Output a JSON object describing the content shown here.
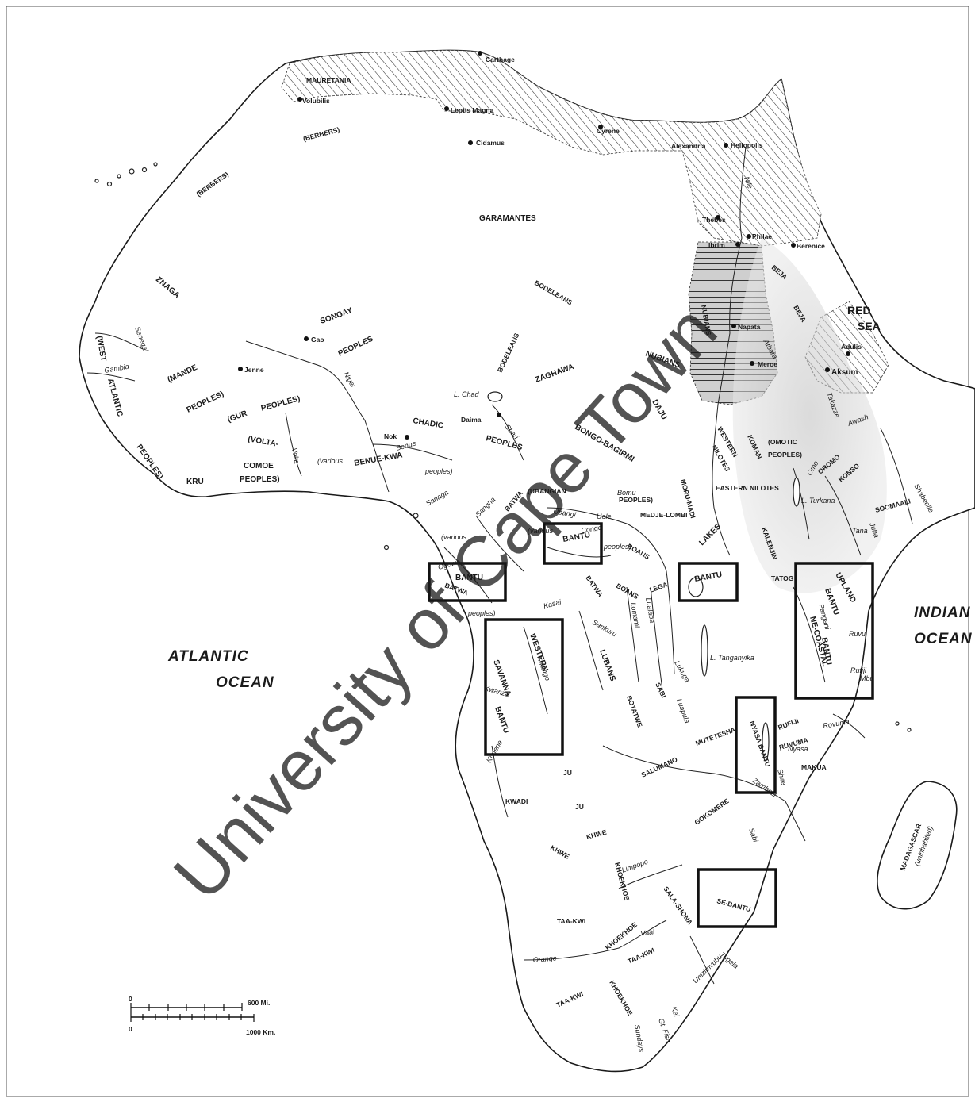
{
  "oceans": {
    "atlantic": [
      "ATLANTIC",
      "OCEAN"
    ],
    "indian": [
      "INDIAN",
      "OCEAN"
    ],
    "red_sea": [
      "RED",
      "SEA"
    ]
  },
  "places": [
    "Carthage",
    "Volubilis",
    "Leptis Magna",
    "Cyrene",
    "Alexandria",
    "Heliopolis",
    "Cidamus",
    "Thebes",
    "Philae",
    "Ibrim",
    "Berenice",
    "Napata",
    "Meroe",
    "Aksum",
    "Adulis",
    "Gao",
    "Jenne",
    "Nok",
    "Daima"
  ],
  "peoples": [
    "MAURETANIA",
    "(BERBERS)",
    "(BERBERS)",
    "GARAMANTES",
    "ZNAGA",
    "SONGAY",
    "PEOPLES",
    "(MANDE",
    "PEOPLES)",
    "(GUR",
    "PEOPLES)",
    "(VOLTA-",
    "COMOE",
    "PEOPLES)",
    "KRU",
    "(WEST",
    "ATLANTIC",
    "PEOPLES)",
    "BENUE-KWA",
    "(various",
    "peoples)",
    "CHADIC",
    "PEOPLES",
    "BODELEANS",
    "BODELEANS",
    "ZAGHAWA",
    "NUBIANS",
    "DAJU",
    "BONGO-BAGIRMI",
    "BEJA",
    "BEJA",
    "NUBIANS",
    "WESTERN",
    "NILOTES",
    "KOMAN",
    "(OMOTIC",
    "PEOPLES)",
    "EASTERN NILOTES",
    "(UBANGIAN",
    "PEOPLES)",
    "MORU-MADI",
    "MEDJE-LOMBI",
    "BATWA",
    "BATWA",
    "BATWA",
    "LAKES",
    "BANTU",
    "BANTU",
    "BANTU",
    "UPLAND",
    "BANTU",
    "NE-COASTAL",
    "BANTU",
    "WESTERN",
    "SAVANNA",
    "BANTU",
    "LUBANS",
    "LEGA",
    "BOANS",
    "BOANS",
    "SABI",
    "BOTATWE",
    "SALUMANO",
    "MUTETESHA",
    "NYASA BANTU",
    "RUFIJI",
    "RUVUMA",
    "MAKUA",
    "KWADI",
    "JU",
    "JU",
    "KHWE",
    "KHWE",
    "KHOEKHOE",
    "KHOEKHOE",
    "KHOEKHOE",
    "TAA-KWI",
    "TAA-KWI",
    "TAA-KWI",
    "GOKOMERE",
    "SALA-SHONA",
    "SE-BANTU",
    "KALENJIN",
    "TATOG",
    "SOOMAALI",
    "OROMO",
    "KONSO",
    "(various",
    "peoples)",
    "(various",
    "peoples)",
    "MADAGASCAR",
    "(uninhabited)"
  ],
  "rivers": [
    "Nile",
    "Niger",
    "Senegal",
    "Gambia",
    "Volta",
    "Benue",
    "Shari",
    "Sanaga",
    "Ubangi",
    "Bomu",
    "Uele",
    "Congo",
    "Sangha",
    "Ogowe",
    "Kasai",
    "Kwango",
    "Sankuru",
    "Lomami",
    "Lualaba",
    "Luapula",
    "Lukuga",
    "Kwanza",
    "Kunene",
    "Zambezi",
    "Shire",
    "Limpopo",
    "Sabi",
    "Vaal",
    "Orange",
    "Tugela",
    "Umzimvubu",
    "Kei",
    "Gt. Fish",
    "Sundays",
    "Atbara",
    "Takazze",
    "Omo",
    "Awash",
    "Juba",
    "Tana",
    "Shabeelle",
    "Rufiji",
    "Rovuma",
    "Pangani",
    "Ruvu",
    "Mbu"
  ],
  "lakes": [
    "L. Chad",
    "L. Turkana",
    "L. Tanganyika",
    "L. Nyasa"
  ],
  "scale": {
    "miles": "600 Mi.",
    "km": "1000 Km.",
    "zero_top": "0",
    "zero_bottom": "0"
  },
  "watermark": "University of Cape Town",
  "colors": {
    "ink": "#1a1a1a",
    "hatch_shade": "#c9c9c9",
    "box": "#111111"
  }
}
